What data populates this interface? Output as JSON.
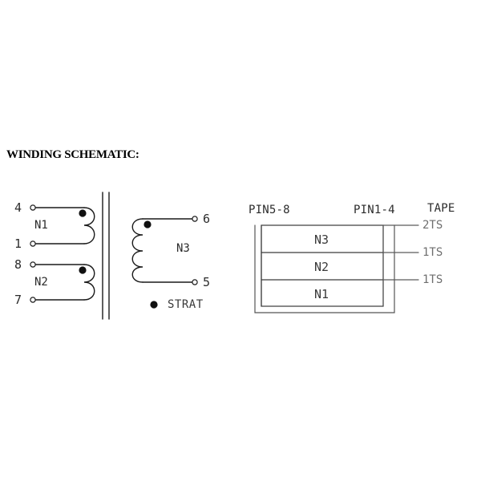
{
  "document": {
    "title": "WINDING SCHEMATIC:",
    "background_color": "#ffffff",
    "line_color": "#1a1a1a"
  },
  "schematic": {
    "core": {
      "name": "transformer-core",
      "description": "two vertical parallel lines"
    },
    "primary_windings": [
      {
        "name": "N1",
        "label": "N1",
        "top_pin": "4",
        "bottom_pin": "1",
        "polarity_dot": true,
        "arcs": 2,
        "side": "left"
      },
      {
        "name": "N2",
        "label": "N2",
        "top_pin": "8",
        "bottom_pin": "7",
        "polarity_dot": true,
        "arcs": 2,
        "side": "left"
      }
    ],
    "secondary_windings": [
      {
        "name": "N3",
        "label": "N3",
        "top_pin": "6",
        "bottom_pin": "5",
        "polarity_dot": true,
        "arcs": 4,
        "side": "right"
      }
    ],
    "legend": {
      "symbol": "filled-dot",
      "label": "STRAT"
    }
  },
  "bobbin": {
    "headers": {
      "left": "PIN5-8",
      "right": "PIN1-4",
      "tape": "TAPE"
    },
    "layers": [
      {
        "label": "N3",
        "tape": "2TS"
      },
      {
        "label": "N2",
        "tape": "1TS"
      },
      {
        "label": "N1",
        "tape": "1TS"
      }
    ]
  }
}
